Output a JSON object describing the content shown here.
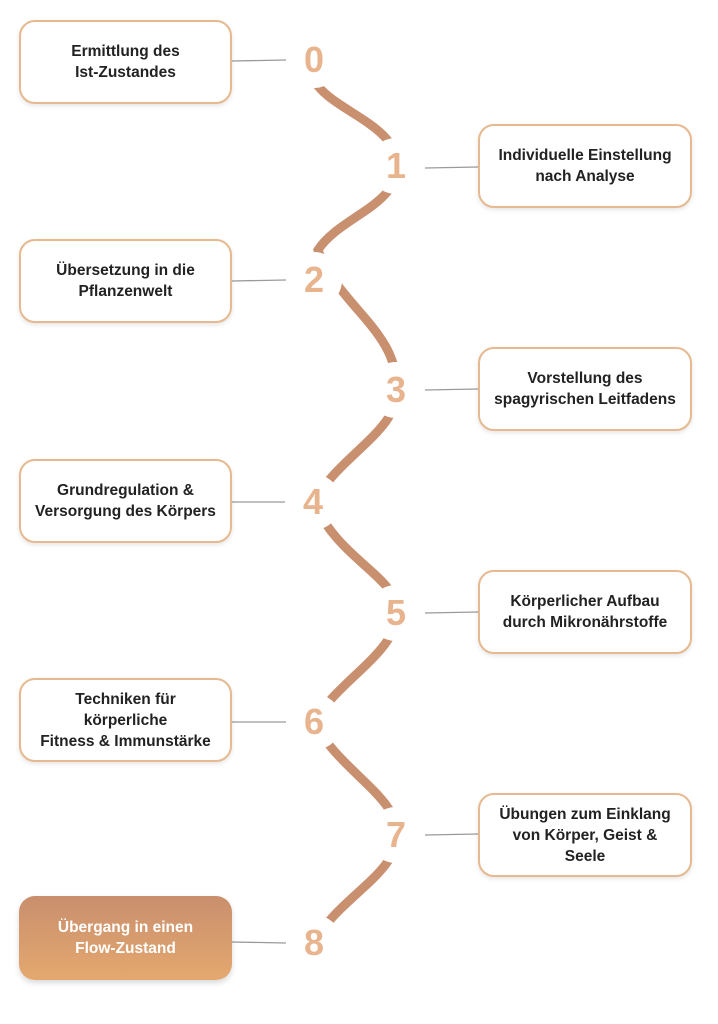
{
  "steps": [
    {
      "number": "0",
      "label": "Ermittlung des\nIst-Zustandes",
      "side": "left"
    },
    {
      "number": "1",
      "label": "Individuelle Einstellung\nnach Analyse",
      "side": "right"
    },
    {
      "number": "2",
      "label": "Übersetzung in die\nPflanzenwelt",
      "side": "left"
    },
    {
      "number": "3",
      "label": "Vorstellung des\nspagyrischen Leitfadens",
      "side": "right"
    },
    {
      "number": "4",
      "label": "Grundregulation &\nVersorgung des Körpers",
      "side": "left"
    },
    {
      "number": "5",
      "label": "Körperlicher Aufbau\ndurch Mikronährstoffe",
      "side": "right"
    },
    {
      "number": "6",
      "label": "Techniken für körperliche\nFitness & Immunstärke",
      "side": "left"
    },
    {
      "number": "7",
      "label": "Übungen zum Einklang\nvon Körper, Geist & Seele",
      "side": "right"
    },
    {
      "number": "8",
      "label": "Übergang in einen\nFlow-Zustand",
      "side": "left",
      "highlight": true
    }
  ],
  "colors": {
    "wave": "#c99070",
    "box_border": "#e6b98f",
    "number": "#e8b48e",
    "highlight_top": "#c98f6d",
    "highlight_bottom": "#e4a86f"
  }
}
